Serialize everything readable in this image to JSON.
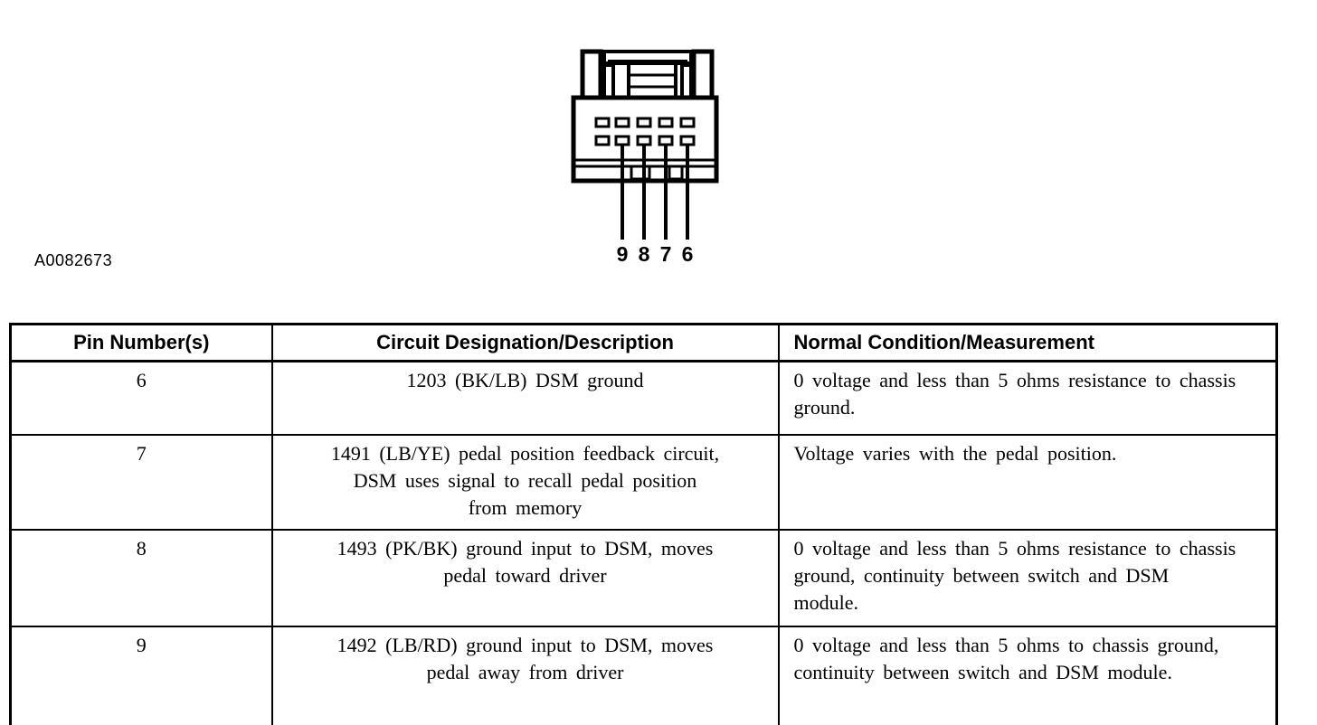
{
  "figure": {
    "code": "A0082673",
    "pin_digits": [
      "9",
      "8",
      "7",
      "6"
    ],
    "description": "10-cavity connector, wires from pins 6-9"
  },
  "table": {
    "headers": {
      "pin": "Pin Number(s)",
      "circuit": "Circuit Designation/Description",
      "condition": "Normal Condition/Measurement"
    },
    "rows": [
      {
        "pin": "6",
        "circuit": "1203 (BK/LB) DSM ground",
        "condition": "0 voltage and less than 5 ohms resistance to chassis ground."
      },
      {
        "pin": "7",
        "circuit": "1491 (LB/YE) pedal position feedback circuit, DSM uses signal to recall pedal position from memory",
        "condition": "Voltage varies with the pedal position."
      },
      {
        "pin": "8",
        "circuit": "1493 (PK/BK) ground input to DSM, moves pedal toward driver",
        "condition": "0 voltage and less than 5 ohms resistance to chassis ground, continuity between switch and DSM module."
      },
      {
        "pin": "9",
        "circuit": "1492 (LB/RD) ground input to DSM, moves pedal away from driver",
        "condition": "0 voltage and less than 5 ohms to chassis ground, continuity between switch and DSM module."
      }
    ]
  },
  "colors": {
    "ink": "#000000",
    "background": "#ffffff"
  }
}
